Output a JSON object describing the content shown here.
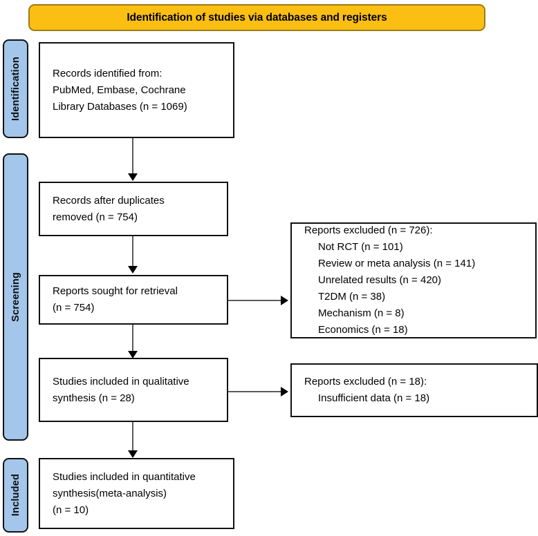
{
  "banner": {
    "title": "Identification of studies via databases and registers",
    "fill_color": "#FBBF14",
    "border_color": "#9C7B12"
  },
  "stages": [
    {
      "label": "Identification",
      "fill_color": "#A3C6EA"
    },
    {
      "label": "Screening",
      "fill_color": "#A3C6EA"
    },
    {
      "label": "Included",
      "fill_color": "#A3C6EA"
    }
  ],
  "boxes": {
    "records_identified": {
      "lines": [
        "Records identified from:",
        "PubMed, Embase, Cochrane",
        "Library Databases (n = 1069)"
      ]
    },
    "records_after_duplicates": {
      "lines": [
        "Records after duplicates",
        "removed (n = 754)"
      ]
    },
    "reports_sought": {
      "lines": [
        "Reports sought for retrieval",
        "(n = 754)"
      ]
    },
    "qualitative_synthesis": {
      "lines": [
        "Studies included in qualitative",
        "synthesis (n = 28)"
      ]
    },
    "quantitative_synthesis": {
      "lines": [
        "Studies included in quantitative",
        "synthesis(meta-analysis)",
        "(n = 10)"
      ]
    },
    "reports_excluded_screening": {
      "heading": "Reports excluded (n = 726):",
      "reasons": [
        "Not RCT (n = 101)",
        "Review or meta analysis (n = 141)",
        "Unrelated results (n = 420)",
        "T2DM (n = 38)",
        "Mechanism (n = 8)",
        "Economics (n = 18)"
      ]
    },
    "reports_excluded_eligibility": {
      "heading": "Reports excluded (n = 18):",
      "reasons": [
        "Insufficient data (n = 18)"
      ]
    }
  },
  "chart_data": {
    "type": "diagram",
    "title": "Identification of studies via databases and registers",
    "diagram_kind": "PRISMA flow diagram",
    "nodes": [
      {
        "id": "records_identified",
        "stage": "Identification",
        "label": "Records identified from: PubMed, Embase, Cochrane Library Databases",
        "n": 1069
      },
      {
        "id": "records_after_duplicates",
        "stage": "Screening",
        "label": "Records after duplicates removed",
        "n": 754
      },
      {
        "id": "reports_sought",
        "stage": "Screening",
        "label": "Reports sought for retrieval",
        "n": 754
      },
      {
        "id": "reports_excluded_screening",
        "stage": "Screening",
        "label": "Reports excluded",
        "n": 726
      },
      {
        "id": "qualitative_synthesis",
        "stage": "Screening",
        "label": "Studies included in qualitative synthesis",
        "n": 28
      },
      {
        "id": "reports_excluded_eligibility",
        "stage": "Screening",
        "label": "Reports excluded",
        "n": 18
      },
      {
        "id": "quantitative_synthesis",
        "stage": "Included",
        "label": "Studies included in quantitative synthesis(meta-analysis)",
        "n": 10
      }
    ],
    "exclusion_breakdown_screening": [
      {
        "reason": "Not RCT",
        "n": 101
      },
      {
        "reason": "Review or meta analysis",
        "n": 141
      },
      {
        "reason": "Unrelated results",
        "n": 420
      },
      {
        "reason": "T2DM",
        "n": 38
      },
      {
        "reason": "Mechanism",
        "n": 8
      },
      {
        "reason": "Economics",
        "n": 18
      }
    ],
    "exclusion_breakdown_eligibility": [
      {
        "reason": "Insufficient data",
        "n": 18
      }
    ],
    "edges": [
      {
        "from": "records_identified",
        "to": "records_after_duplicates",
        "direction": "down"
      },
      {
        "from": "records_after_duplicates",
        "to": "reports_sought",
        "direction": "down"
      },
      {
        "from": "reports_sought",
        "to": "reports_excluded_screening",
        "direction": "right"
      },
      {
        "from": "reports_sought",
        "to": "qualitative_synthesis",
        "direction": "down"
      },
      {
        "from": "qualitative_synthesis",
        "to": "reports_excluded_eligibility",
        "direction": "right"
      },
      {
        "from": "qualitative_synthesis",
        "to": "quantitative_synthesis",
        "direction": "down"
      }
    ]
  }
}
